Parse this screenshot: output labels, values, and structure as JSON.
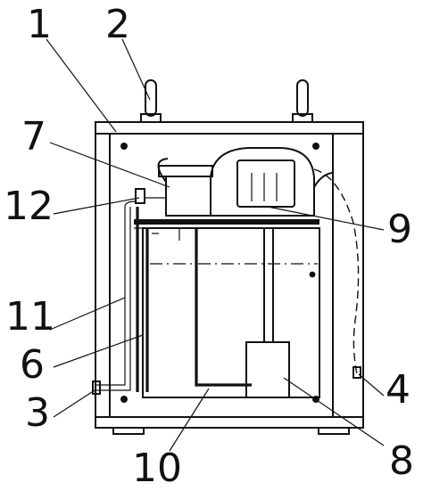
{
  "diagram": {
    "labels": [
      {
        "id": "1",
        "text": "1"
      },
      {
        "id": "2",
        "text": "2"
      },
      {
        "id": "3",
        "text": "3"
      },
      {
        "id": "4",
        "text": "4"
      },
      {
        "id": "6",
        "text": "6"
      },
      {
        "id": "7",
        "text": "7"
      },
      {
        "id": "8",
        "text": "8"
      },
      {
        "id": "9",
        "text": "9"
      },
      {
        "id": "10",
        "text": "10"
      },
      {
        "id": "11",
        "text": "11"
      },
      {
        "id": "12",
        "text": "12"
      }
    ]
  }
}
